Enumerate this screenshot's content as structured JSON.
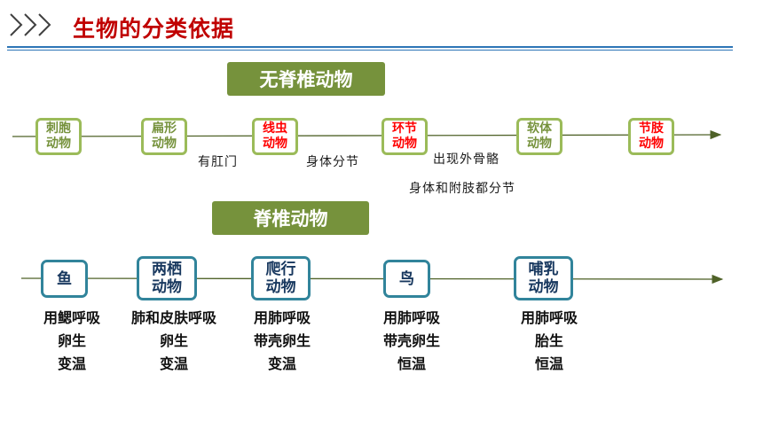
{
  "header": {
    "title": "生物的分类依据"
  },
  "invertebrates": {
    "banner": "无脊椎动物",
    "groups": [
      {
        "l1": "刺胞",
        "l2": "动物",
        "highlight": false
      },
      {
        "l1": "扁形",
        "l2": "动物",
        "highlight": false
      },
      {
        "l1": "线虫",
        "l2": "动物",
        "highlight": true
      },
      {
        "l1": "环节",
        "l2": "动物",
        "highlight": true
      },
      {
        "l1": "软体",
        "l2": "动物",
        "highlight": false
      },
      {
        "l1": "节肢",
        "l2": "动物",
        "highlight": true
      }
    ],
    "notes": [
      "有肛门",
      "身体分节",
      "出现外骨骼",
      "身体和附肢都分节"
    ]
  },
  "vertebrates": {
    "banner": "脊椎动物",
    "groups": [
      {
        "l1": "鱼",
        "l2": "",
        "features": [
          "用鳃呼吸",
          "卵生",
          "变温"
        ]
      },
      {
        "l1": "两栖",
        "l2": "动物",
        "features": [
          "肺和皮肤呼吸",
          "卵生",
          "变温"
        ]
      },
      {
        "l1": "爬行",
        "l2": "动物",
        "features": [
          "用肺呼吸",
          "带壳卵生",
          "变温"
        ]
      },
      {
        "l1": "鸟",
        "l2": "",
        "features": [
          "用肺呼吸",
          "带壳卵生",
          "恒温"
        ]
      },
      {
        "l1": "哺乳",
        "l2": "动物",
        "features": [
          "用肺呼吸",
          "胎生",
          "恒温"
        ]
      }
    ]
  },
  "colors": {
    "title": "#c00000",
    "banner": "#76923c",
    "inv_border": "#9bbb59",
    "vert_border": "#31849b",
    "arrow": "#4f6228"
  }
}
